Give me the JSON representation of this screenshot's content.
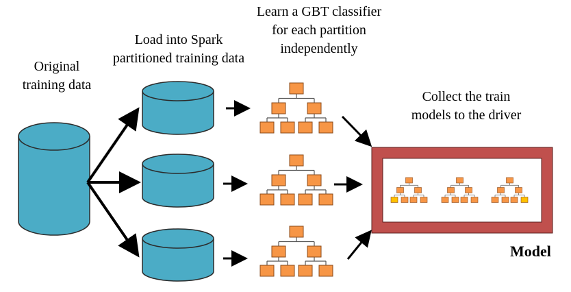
{
  "labels": {
    "original_line1": "Original",
    "original_line2": "training data",
    "load_line1": "Load into Spark",
    "load_line2": "partitioned training data",
    "learn_line1": "Learn a GBT classifier",
    "learn_line2": "for each partition",
    "learn_line3": "independently",
    "collect_line1": "Collect the train",
    "collect_line2": "models to the driver",
    "model": "Model"
  },
  "colors": {
    "cylinder_fill": "#4bacc6",
    "cylinder_stroke": "#2b2b2b",
    "tree_node_fill": "#f79646",
    "tree_node_stroke": "#8a4a1a",
    "highlight_leaf_fill": "#ffc000",
    "model_border": "#c0504d",
    "arrow": "#000000"
  },
  "model_trees": [
    {
      "highlighted_leaf": 0
    },
    {
      "highlighted_leaf": -1
    },
    {
      "highlighted_leaf": 3
    }
  ]
}
